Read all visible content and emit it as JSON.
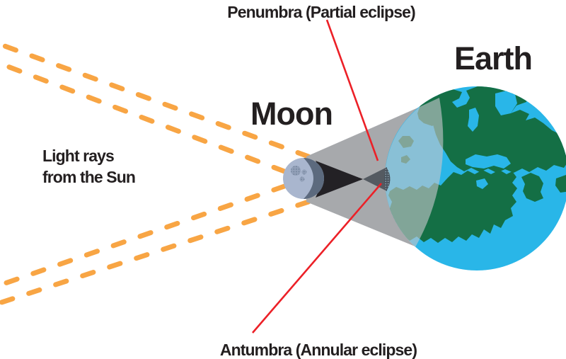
{
  "labels": {
    "penumbra": "Penumbra (Partial eclipse)",
    "antumbra": "Antumbra (Annular eclipse)",
    "earth": "Earth",
    "moon": "Moon",
    "light_rays_line1": "Light rays",
    "light_rays_line2": "from the Sun"
  },
  "colors": {
    "background": "#ffffff",
    "sun_ray_orange": "#F8A544",
    "penumbra_gray": "#A7A9AC",
    "penumbra_shade_overlay": "rgba(197,199,203,0.62)",
    "umbra_black": "#232125",
    "antumbra_dark_gray": "#545A61",
    "antumbra_spot_dark": "#47525C",
    "moon_light": "#A9B6CE",
    "moon_shadow": "#5C6A7E",
    "crater_base": "#93A1B9",
    "ocean_blue": "#29B6E8",
    "land_green": "#146F45",
    "pointer_red": "#EC2027",
    "text_black": "#231F20"
  }
}
